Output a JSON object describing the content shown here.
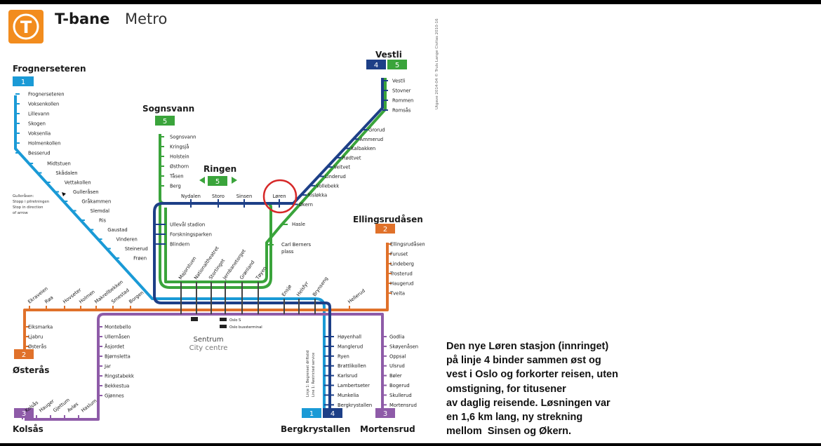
{
  "header": {
    "brand_letter": "T",
    "title": "T-bane",
    "subtitle": "Metro",
    "logo_color": "#f28c1e"
  },
  "credit": "Utgave 2014-04 © Truls Lange Civitas 2010-16",
  "colors": {
    "line1": "#1a9ad6",
    "line2": "#e0712a",
    "line3": "#8e5ba8",
    "line4": "#1d3f87",
    "line5": "#3aa43b",
    "highlight": "#d62828"
  },
  "terminals": {
    "frognerseteren": {
      "name": "Frognerseteren",
      "line": "1"
    },
    "sognsvann": {
      "name": "Sognsvann",
      "line": "5"
    },
    "ringen": {
      "name": "Ringen",
      "line": "5"
    },
    "vestli": {
      "name": "Vestli",
      "lines": [
        "4",
        "5"
      ]
    },
    "ellingsrudasen": {
      "name": "Ellingsrudåsen",
      "line": "2"
    },
    "osteras": {
      "name": "Østerås",
      "line": "2"
    },
    "kolsas": {
      "name": "Kolsås",
      "line": "3"
    },
    "bergkrystallen": {
      "name": "Bergkrystallen",
      "lines": [
        "1",
        "4"
      ]
    },
    "mortensrud": {
      "name": "Mortensrud",
      "line": "3"
    }
  },
  "stations": {
    "line1": [
      "Frognerseteren",
      "Voksenkollen",
      "Lillevann",
      "Skogen",
      "Voksenlia",
      "Holmenkollen",
      "Besserud",
      "Midtstuen",
      "Skådalen",
      "Vettakollen",
      "Gulleråsen",
      "Gråkammen",
      "Slemdal",
      "Ris",
      "Gaustad",
      "Vinderen",
      "Steinerud",
      "Frøen"
    ],
    "sognsvann": [
      "Sognsvann",
      "Kringsjå",
      "Holstein",
      "Østhorn",
      "Tåsen",
      "Berg"
    ],
    "ring_top": [
      "Nydalen",
      "Storo",
      "Sinsen",
      "Løren"
    ],
    "ring_west": [
      "Ullevål stadion",
      "Forskningsparken",
      "Blindern"
    ],
    "ring_east": [
      "Hasle",
      "Carl Berners plass"
    ],
    "vestli": [
      "Vestli",
      "Stovner",
      "Rommen",
      "Romsås",
      "Grorud",
      "Ammerud",
      "Kalbakken",
      "Rødtvet",
      "Veitvet",
      "Linderud",
      "Vollebekk",
      "Risløkka",
      "Økern"
    ],
    "ellingsrud": [
      "Ellingsrudåsen",
      "Furuset",
      "Lindeberg",
      "Trosterud",
      "Haugerud",
      "Tveita"
    ],
    "west_branch": [
      "Ekraveien",
      "Røa",
      "Hovseter",
      "Holmen",
      "Makrellbekken",
      "Smestad",
      "Borgen"
    ],
    "osteras": [
      "Eiksmarka",
      "Ljabru",
      "Østerås"
    ],
    "kolsas_list": [
      "Montebello",
      "Ullernåsen",
      "Åsjordet",
      "Bjørnsletta",
      "Jar",
      "Ringstabekk",
      "Bekkestua",
      "Gjønnes"
    ],
    "kolsas_diag": [
      "Kolsås",
      "Hauger",
      "Gjettum",
      "Avløs",
      "Haslum"
    ],
    "center": [
      "Majorstuen",
      "Nationaltheatret",
      "Stortinget",
      "Jernbanetorget",
      "Grønland",
      "Tøyen"
    ],
    "east_center": [
      "Ensjø",
      "Helsfyr",
      "Brynseng"
    ],
    "hellerud": "Hellerud",
    "bergkrystallen": [
      "Høyenhall",
      "Manglerud",
      "Ryen",
      "Brattlikollen",
      "Karlsrud",
      "Lambertseter",
      "Munkelia",
      "Bergkrystallen"
    ],
    "mortensrud": [
      "Godlia",
      "Skøyenåsen",
      "Oppsal",
      "Ulsrud",
      "Bøler",
      "Bogerud",
      "Skullerud",
      "Mortensrud"
    ]
  },
  "notes": {
    "gullerasen": [
      "Gulleråsen:",
      "Stopp i pilretningen",
      "Stop in direction",
      "of arrow"
    ],
    "line1_note": [
      "Linje 1: Begrenset driftstid",
      "Line 1: Restricted service"
    ],
    "oslo_s": "Oslo S",
    "bussterminal": "Oslo bussterminal",
    "sentrum": "Sentrum",
    "city_centre": "City centre"
  },
  "caption_lines": [
    "Den nye Løren stasjon (innringet)",
    "på linje 4 binder sammen øst og",
    "vest i Oslo og forkorter reisen, uten",
    "omstigning, for titusener",
    "av daglig reisende. Løsningen var",
    "en 1,6 km lang, ny strekning",
    "mellom  Sinsen og Økern."
  ]
}
